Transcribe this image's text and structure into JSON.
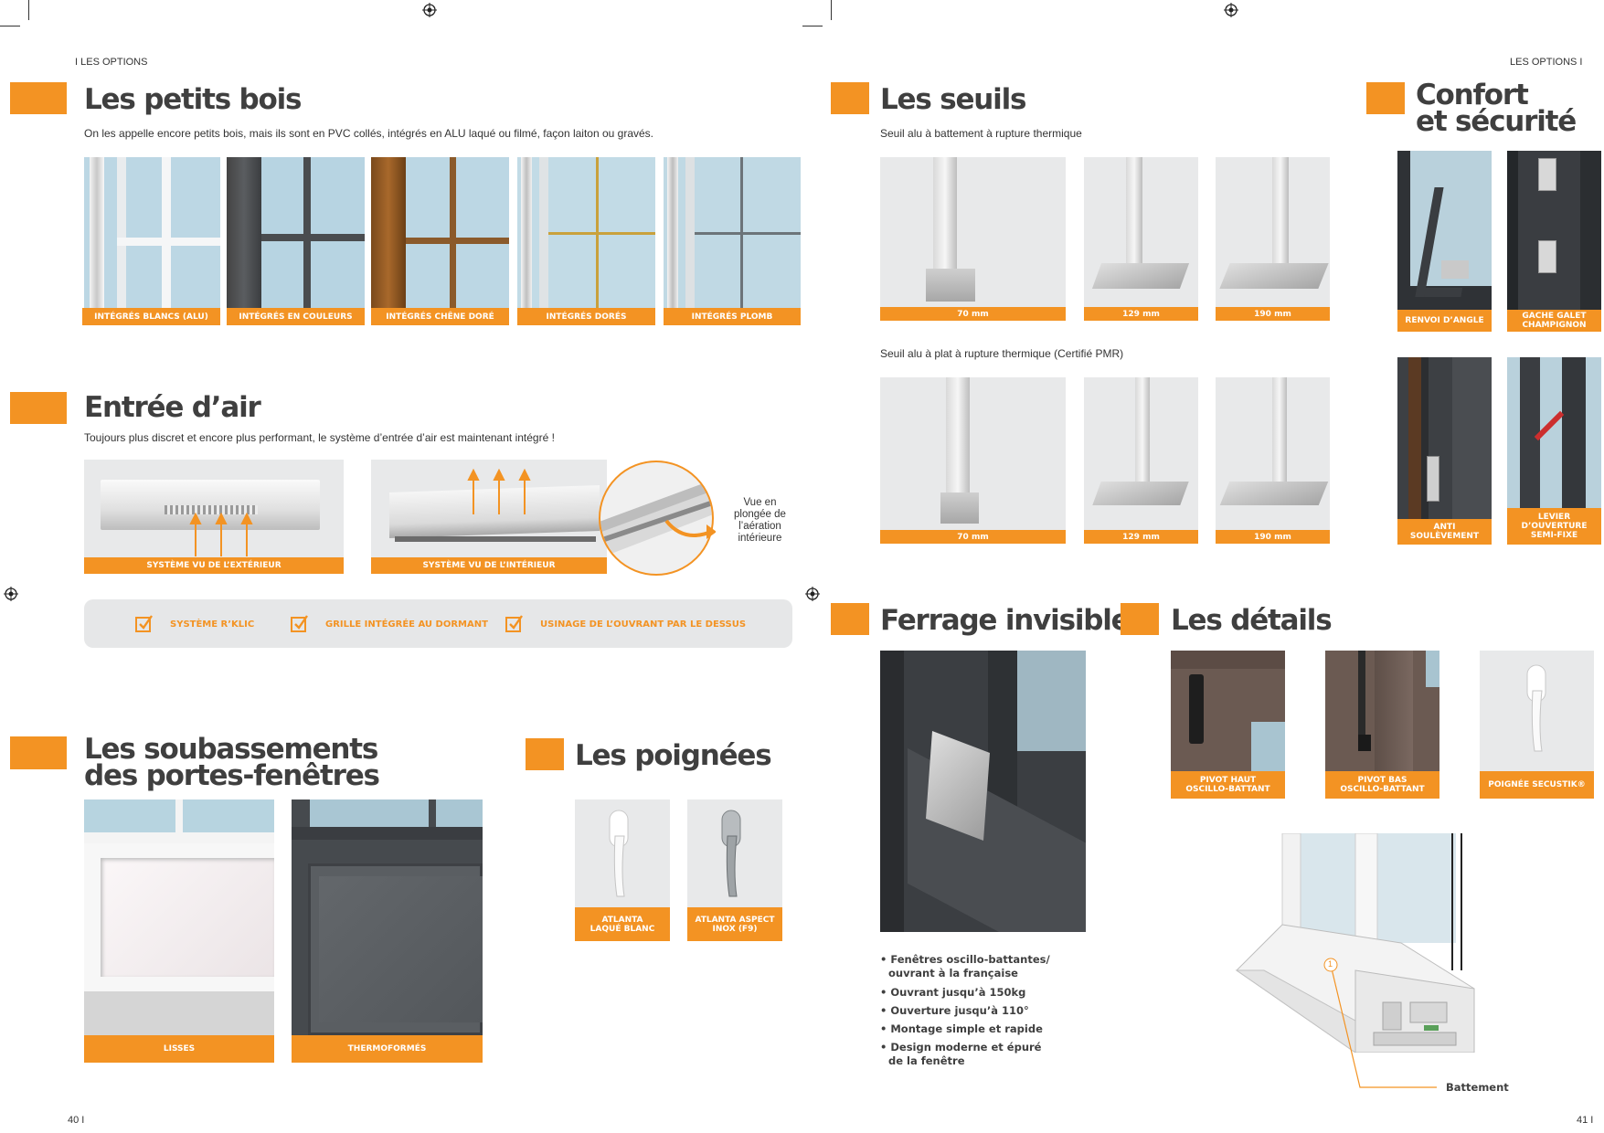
{
  "header": {
    "left_section": "I LES OPTIONS",
    "right_section": "LES OPTIONS I"
  },
  "footer": {
    "left_page": "40 I",
    "right_page": "41 I"
  },
  "colors": {
    "accent": "#f39323",
    "text": "#3f3f3f",
    "panel": "#e6e7e8"
  },
  "petits_bois": {
    "title": "Les petits bois",
    "description": "On les appelle encore petits bois, mais ils sont en PVC collés, intégrés en ALU laqué ou filmé, façon laiton ou gravés.",
    "items": [
      "INTÉGRÉS BLANCS (ALU)",
      "INTÉGRÉS EN COULEURS",
      "INTÉGRÉS CHÊNE DORÉ",
      "INTÉGRÉS DORÉS",
      "INTÉGRÉS PLOMB"
    ]
  },
  "entree_air": {
    "title": "Entrée d’air",
    "description": "Toujours plus discret et encore plus performant, le système d’entrée d’air est maintenant intégré !",
    "caption_ext": "SYSTÈME VU DE L’EXTÉRIEUR",
    "caption_int": "SYSTÈME VU DE L’INTÉRIEUR",
    "zoom_note": [
      "Vue en",
      "plongée de",
      "l’aération",
      "intérieure"
    ],
    "features": [
      "SYSTÈME R’KLIC",
      "GRILLE INTÉGRÉE AU DORMANT",
      "USINAGE DE L’OUVRANT PAR LE DESSUS"
    ]
  },
  "soubassements": {
    "title_line1": "Les soubassements",
    "title_line2": "des portes-fenêtres",
    "items": [
      "LISSES",
      "THERMOFORMÉS"
    ]
  },
  "poignees": {
    "title": "Les poignées",
    "items": [
      {
        "line1": "ATLANTA",
        "line2": "LAQUÉ BLANC"
      },
      {
        "line1": "ATLANTA ASPECT",
        "line2": "INOX (F9)"
      }
    ]
  },
  "seuils": {
    "title": "Les seuils",
    "subtitle1": "Seuil alu à battement à rupture thermique",
    "subtitle2": "Seuil alu à plat à rupture thermique (Certifié PMR)",
    "row1": [
      "70 mm",
      "129 mm",
      "190 mm"
    ],
    "row2": [
      "70 mm",
      "129 mm",
      "190 mm"
    ]
  },
  "confort": {
    "title_line1": "Confort",
    "title_line2": "et sécurité",
    "items": [
      {
        "line1": "RENVOI D’ANGLE",
        "line2": ""
      },
      {
        "line1": "GACHE GALET",
        "line2": "CHAMPIGNON"
      },
      {
        "line1": "ANTI",
        "line2": "SOULÈVEMENT"
      },
      {
        "line1": "LEVIER",
        "line2": "D’OUVERTURE",
        "line3": "SEMI-FIXE"
      }
    ]
  },
  "ferrage": {
    "title": "Ferrage invisible",
    "bullets": [
      [
        "• Fenêtres oscillo-battantes/",
        "  ouvrant à la française"
      ],
      [
        "• Ouvrant jusqu’à 150kg"
      ],
      [
        "• Ouverture jusqu’à 110°"
      ],
      [
        "• Montage simple et rapide"
      ],
      [
        "• Design moderne et épuré",
        "  de la fenêtre"
      ]
    ]
  },
  "details": {
    "title": "Les détails",
    "items": [
      {
        "line1": "PIVOT HAUT",
        "line2": "OSCILLO-BATTANT"
      },
      {
        "line1": "PIVOT BAS",
        "line2": "OSCILLO-BATTANT"
      },
      {
        "line1": "POIGNÉE SECUSTIK®",
        "line2": ""
      }
    ],
    "callout_number": "1",
    "callout_label": "Battement"
  }
}
